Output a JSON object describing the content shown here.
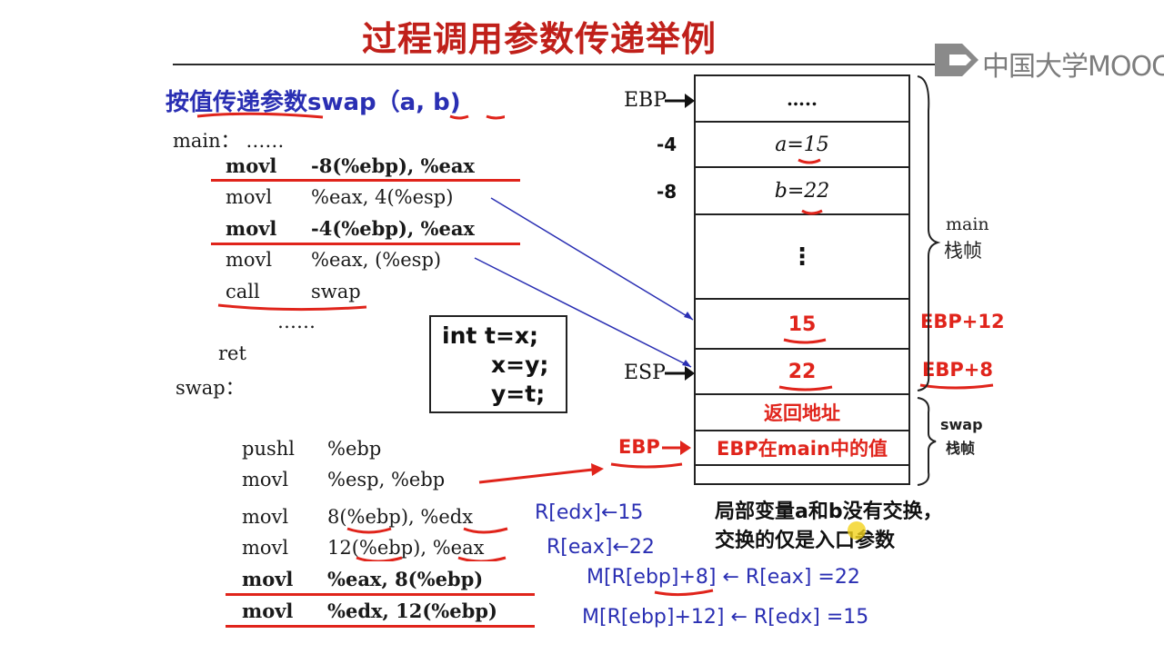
{
  "slide": {
    "title": "过程调用参数传递举例",
    "logo_text": "中国大学MOOC",
    "heading": "按值传递参数swap（a, b)"
  },
  "main_code": {
    "label": "main：  ……",
    "lines": [
      {
        "op": "movl",
        "args": "-8(%ebp), %eax"
      },
      {
        "op": "movl",
        "args": "%eax, 4(%esp)"
      },
      {
        "op": "movl",
        "args": "-4(%ebp), %eax"
      },
      {
        "op": "movl",
        "args": "%eax, (%esp)"
      },
      {
        "op": "call",
        "args": "swap"
      }
    ],
    "ellipsis": "……",
    "ret": "ret"
  },
  "swap_label": "swap：",
  "swap_body": {
    "lines": [
      "int  t=x;",
      "x=y;",
      "y=t;"
    ]
  },
  "swap_code": [
    {
      "op": "pushl",
      "args": "%ebp"
    },
    {
      "op": "movl",
      "args": "%esp, %ebp"
    },
    {
      "op": "movl",
      "args": "8(%ebp), %edx"
    },
    {
      "op": "movl",
      "args": "12(%ebp), %eax"
    },
    {
      "op": "movl",
      "args": "%eax, 8(%ebp)"
    },
    {
      "op": "movl",
      "args": "%edx, 12(%ebp)"
    }
  ],
  "annotations": {
    "edx": "R[edx]←15",
    "eax": "R[eax]←22",
    "m8": "M[R[ebp]+8] ← R[eax] =22",
    "m12": "M[R[ebp]+12] ← R[edx] =15"
  },
  "stack": {
    "cells": [
      "…..",
      "a=15",
      "b=22",
      "⋮",
      "15",
      "22",
      "返回地址",
      "EBP在main中的值",
      ""
    ],
    "left_labels": {
      "ebp_top": "EBP",
      "minus4": "-4",
      "minus8": "-8",
      "esp": "ESP",
      "ebp_new": "EBP"
    },
    "right_labels": {
      "ebp12": "EBP+12",
      "ebp8": "EBP+8"
    },
    "main_frame": [
      "main",
      "栈帧"
    ],
    "swap_frame": [
      "swap",
      "栈帧"
    ]
  },
  "note": [
    "局部变量a和b没有交换，",
    "交换的仅是入口参数"
  ],
  "colors": {
    "red": "#e0241b",
    "blue": "#2a2fb3",
    "title": "#c0201a"
  }
}
